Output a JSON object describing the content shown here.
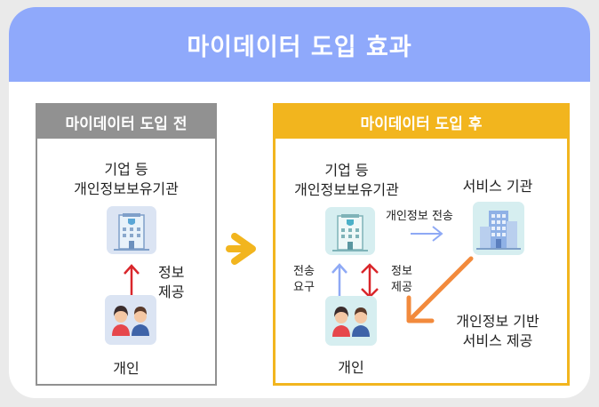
{
  "title": "마이데이터 도입 효과",
  "before": {
    "header": "마이데이터 도입 전",
    "org_line1": "기업 등",
    "org_line2": "개인정보보유기관",
    "flow_label_1": "정보",
    "flow_label_2": "제공",
    "person_label": "개인"
  },
  "after": {
    "header": "마이데이터 도입 후",
    "org_line1": "기업 등",
    "org_line2": "개인정보보유기관",
    "service_org": "서비스 기관",
    "transfer_label": "개인정보 전송",
    "request_label_1": "전송",
    "request_label_2": "요구",
    "provide_label_1": "정보",
    "provide_label_2": "제공",
    "service_label_1": "개인정보 기반",
    "service_label_2": "서비스 제공",
    "person_label": "개인"
  },
  "colors": {
    "banner": "#8fa9fb",
    "before_header": "#919191",
    "after_header": "#f2b51e",
    "red_arrow": "#d9262b",
    "blue_arrow": "#8ea9f5",
    "orange_arrow": "#f28a3c"
  },
  "icons": [
    "building-icon",
    "city-buildings-icon",
    "people-icon",
    "transition-arrow-icon"
  ]
}
